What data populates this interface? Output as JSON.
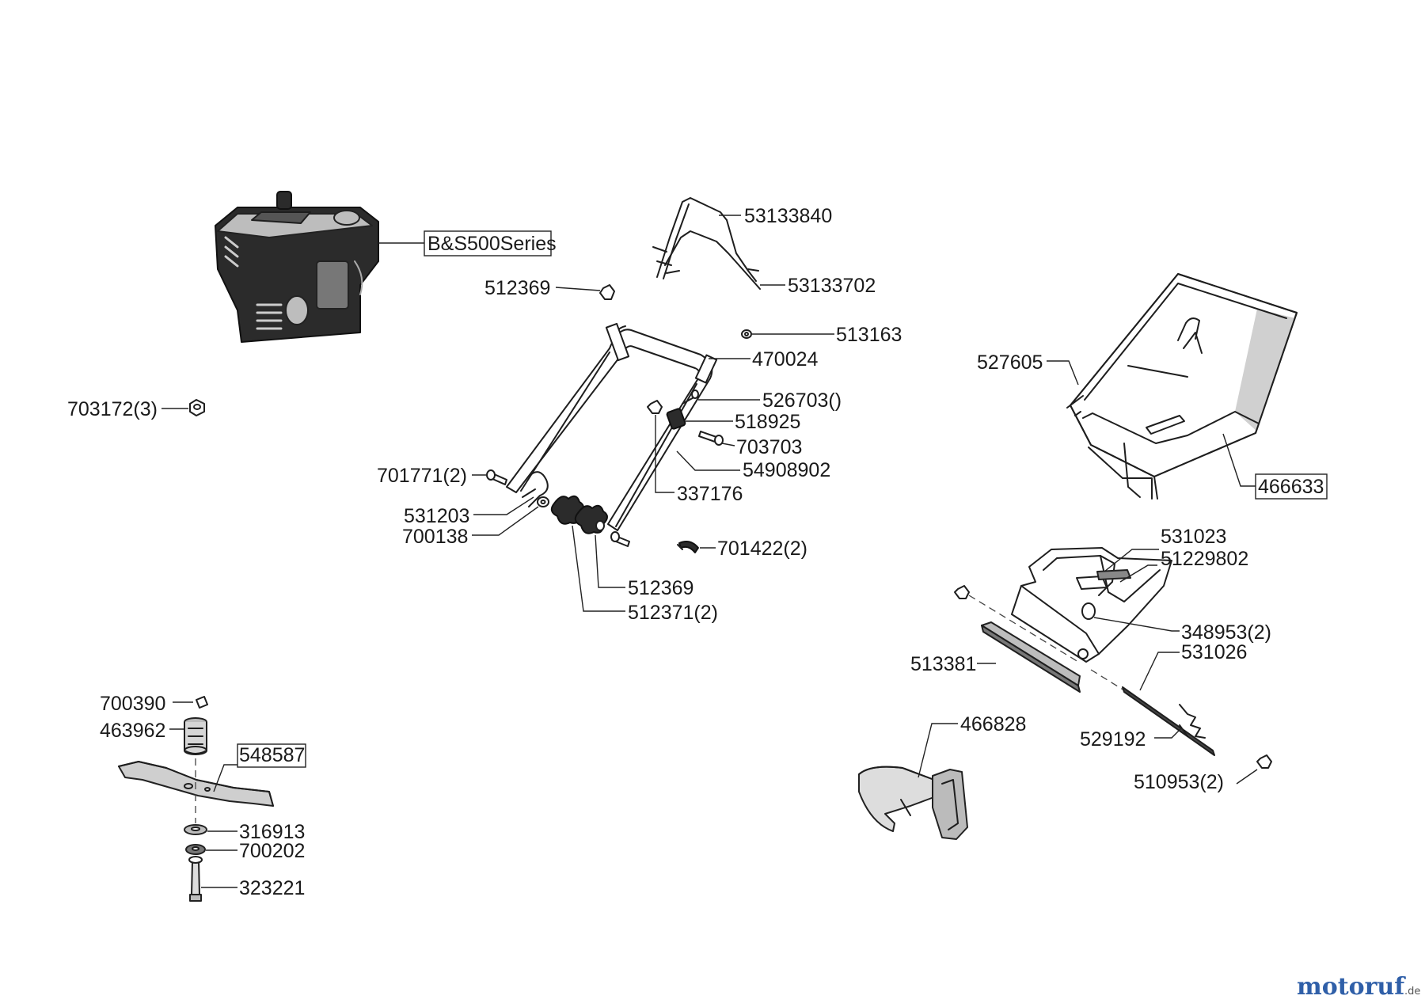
{
  "labels": {
    "engine": "B&S500Series",
    "nut_703172": "703172(3)",
    "bracket_53133840": "53133840",
    "bracket_53133702": "53133702",
    "nut_512369_top": "512369",
    "washer_513163": "513163",
    "handle_470024": "470024",
    "part_526703": "526703()",
    "part_518925": "518925",
    "screw_703703": "703703",
    "handle_54908902": "54908902",
    "bolt_701771": "701771(2)",
    "part_337176": "337176",
    "part_531203": "531203",
    "washer_700138": "700138",
    "clip_701422": "701422(2)",
    "nut_512369_bottom": "512369",
    "knob_512371": "512371(2)",
    "catcher_527605": "527605",
    "catcher_466633": "466633",
    "part_531023": "531023",
    "part_51229802": "51229802",
    "part_348953": "348953(2)",
    "deflector_513381": "513381",
    "axle_531026": "531026",
    "spring_529192": "529192",
    "nut_510953": "510953(2)",
    "mulch_466828": "466828",
    "key_700390": "700390",
    "adapter_463962": "463962",
    "blade_548587": "548587",
    "washer_316913": "316913",
    "washer_700202": "700202",
    "bolt_323221": "323221"
  },
  "watermark": {
    "text": "motoruf",
    "suffix": ".de"
  }
}
